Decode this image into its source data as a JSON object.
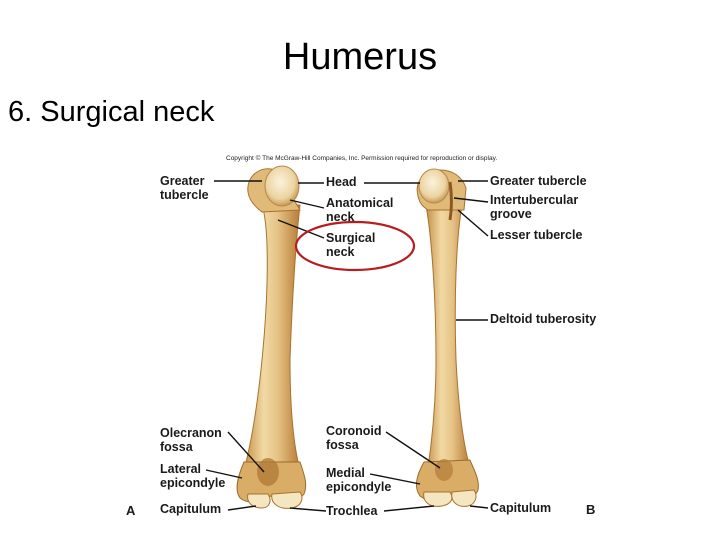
{
  "title": "Humerus",
  "subtitle": "6. Surgical neck",
  "figure": {
    "copyright": "Copyright © The McGraw-Hill Companies, Inc. Permission required for reproduction or display.",
    "view_a": "A",
    "view_b": "B",
    "labels_left": {
      "greater_tubercle_1": "Greater",
      "greater_tubercle_2": "tubercle",
      "olecranon_fossa_1": "Olecranon",
      "olecranon_fossa_2": "fossa",
      "lateral_epicondyle_1": "Lateral",
      "lateral_epicondyle_2": "epicondyle",
      "capitulum": "Capitulum"
    },
    "labels_center": {
      "head": "Head",
      "anatomical_neck_1": "Anatomical",
      "anatomical_neck_2": "neck",
      "surgical_neck_1": "Surgical",
      "surgical_neck_2": "neck",
      "coronoid_fossa_1": "Coronoid",
      "coronoid_fossa_2": "fossa",
      "medial_epicondyle_1": "Medial",
      "medial_epicondyle_2": "epicondyle",
      "trochlea": "Trochlea"
    },
    "labels_right": {
      "greater_tubercle": "Greater tubercle",
      "intertubercular_groove_1": "Intertubercular",
      "intertubercular_groove_2": "groove",
      "lesser_tubercle": "Lesser tubercle",
      "deltoid_tuberosity": "Deltoid tuberosity",
      "capitulum": "Capitulum"
    },
    "colors": {
      "bone_fill": "#e9c98a",
      "bone_shade": "#c9954d",
      "bone_light": "#f8ebc8",
      "highlight_ellipse": "#b81d1d"
    }
  }
}
